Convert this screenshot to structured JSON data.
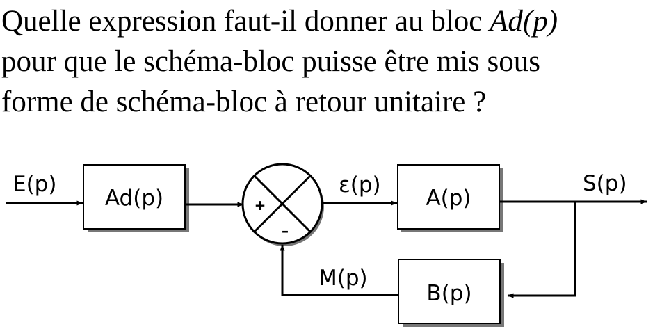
{
  "question": {
    "line1_prefix": "Quelle expression faut-il donner au bloc ",
    "line1_math": "Ad(p)",
    "line2": "pour que le schéma-bloc puisse être mis sous",
    "line3": "forme de schéma-bloc à retour unitaire ?"
  },
  "diagram": {
    "input_signal": "E(p)",
    "block_ad": "Ad(p)",
    "summer_plus": "+",
    "summer_minus": "–",
    "error_signal": "ε(p)",
    "block_a": "A(p)",
    "output_signal": "S(p)",
    "feedback_signal": "M(p)",
    "block_b": "B(p)"
  }
}
